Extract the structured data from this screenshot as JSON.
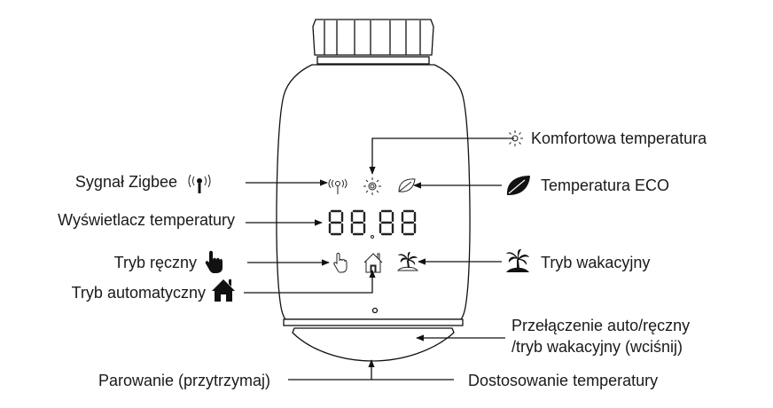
{
  "labels": {
    "comfort": "Komfortowa temperatura",
    "zigbee": "Sygnał Zigbee",
    "eco": "Temperatura ECO",
    "display": "Wyświetlacz temperatury",
    "manual": "Tryb ręczny",
    "holiday": "Tryb wakacyjny",
    "auto": "Tryb automatyczny",
    "switch_line1": "Przełączenie auto/ręczny",
    "switch_line2": "/tryb wakacyjny (wciśnij)",
    "pairing": "Parowanie (przytrzymaj)",
    "adjust": "Dostosowanie temperatury"
  },
  "icons": [
    "sun-icon",
    "signal-icon",
    "leaf-icon",
    "hand-icon",
    "house-icon",
    "palm-tree-icon",
    "seven-segment-display"
  ],
  "colors": {
    "line": "#111111",
    "text": "#1a1a1a",
    "background": "#ffffff"
  }
}
